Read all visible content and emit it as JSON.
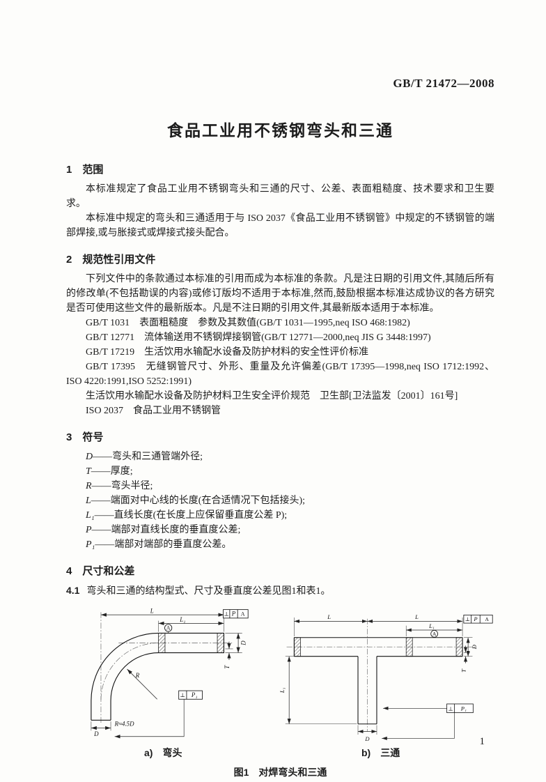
{
  "page_number": "1",
  "header": {
    "standard_number": "GB/T 21472—2008"
  },
  "title": "食品工业用不锈钢弯头和三通",
  "scope": {
    "heading": "1　范围",
    "p1": "本标准规定了食品工业用不锈钢弯头和三通的尺寸、公差、表面粗糙度、技术要求和卫生要求。",
    "p2": "本标准中规定的弯头和三通适用于与 ISO 2037《食品工业用不锈钢管》中规定的不锈钢管的端部焊接,或与胀接式或焊接式接头配合。"
  },
  "normative": {
    "heading": "2　规范性引用文件",
    "intro": "下列文件中的条款通过本标准的引用而成为本标准的条款。凡是注日期的引用文件,其随后所有的修改单(不包括勘误的内容)或修订版均不适用于本标准,然而,鼓励根据本标准达成协议的各方研究是否可使用这些文件的最新版本。凡是不注日期的引用文件,其最新版本适用于本标准。",
    "refs": [
      "GB/T 1031　表面粗糙度　参数及其数值(GB/T 1031—1995,neq ISO 468:1982)",
      "GB/T 12771　流体输送用不锈钢焊接钢管(GB/T 12771—2000,neq JIS G 3448:1997)",
      "GB/T 17219　生活饮用水输配水设备及防护材料的安全性评价标准",
      "GB/T 17395　无缝钢管尺寸、外形、重量及允许偏差(GB/T 17395—1998,neq ISO 1712:1992、ISO 4220:1991,ISO 5252:1991)",
      "生活饮用水输配水设备及防护材料卫生安全评价规范　卫生部[卫法监发〔2001〕161号]",
      "ISO 2037　食品工业用不锈钢管"
    ]
  },
  "symbols": {
    "heading": "3　符号",
    "items": [
      {
        "sym": "D",
        "desc": "——弯头和三通管端外径;"
      },
      {
        "sym": "T",
        "desc": "——厚度;"
      },
      {
        "sym": "R",
        "desc": "——弯头半径;"
      },
      {
        "sym": "L",
        "desc": "——端面对中心线的长度(在合适情况下包括接头);"
      },
      {
        "sym": "L₁",
        "desc": "——直线长度(在长度上应保留垂直度公差 P);"
      },
      {
        "sym": "P",
        "desc": "——端部对直线长度的垂直度公差;"
      },
      {
        "sym": "P₁",
        "desc": "——端部对端部的垂直度公差。"
      }
    ]
  },
  "dimensions": {
    "heading": "4　尺寸和公差",
    "sub_num": "4.1",
    "sub_text": "弯头和三通的结构型式、尺寸及垂直度公差见图1和表1。"
  },
  "figure": {
    "caption_a": "a)　弯头",
    "caption_b": "b)　三通",
    "title": "图1　对焊弯头和三通",
    "labels": {
      "L": "L",
      "L1": "L₁",
      "D": "D",
      "T": "T",
      "R": "R",
      "A": "A",
      "P": "P",
      "P1": "P₁",
      "perp": "⊥",
      "R_note": "R≈4.5D"
    }
  }
}
